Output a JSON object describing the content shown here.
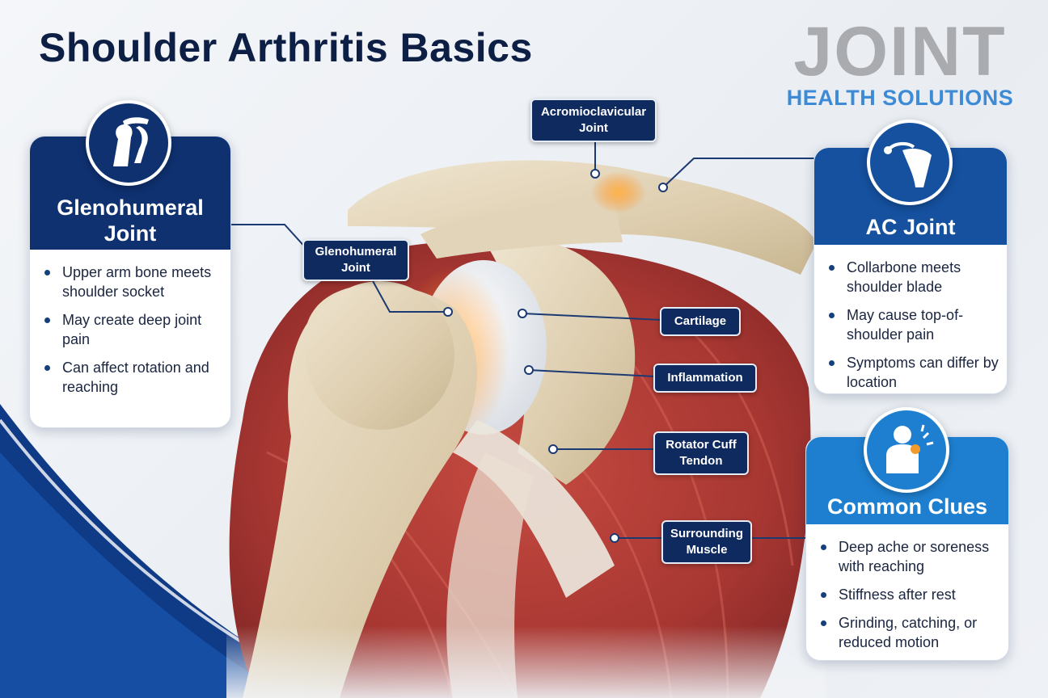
{
  "title": "Shoulder Arthritis Basics",
  "logo": {
    "word": "JOINT",
    "subtitle": "HEALTH SOLUTIONS",
    "color_gray": "#a9abaf",
    "color_blue": "#3d8bd6"
  },
  "colors": {
    "navy": "#0f3170",
    "mid_blue": "#15519f",
    "light_blue": "#1e7fd0",
    "bone": "#e6d9c0",
    "muscle": "#b8403a",
    "inflammation": "#f39a2c"
  },
  "cards": {
    "glenohumeral": {
      "title": "Glenohumeral Joint",
      "icon": "shoulder-joint-icon",
      "items": [
        "Upper arm bone meets shoulder socket",
        "May create deep joint pain",
        "Can affect rotation and reaching"
      ]
    },
    "ac_joint": {
      "title": "AC Joint",
      "icon": "shoulder-blade-icon",
      "items": [
        "Collarbone meets shoulder blade",
        "May cause top-of-shoulder pain",
        "Symptoms can differ by location"
      ]
    },
    "common_clues": {
      "title": "Common Clues",
      "icon": "person-shoulder-pain-icon",
      "items": [
        "Deep ache or soreness with reaching",
        "Stiffness after rest",
        "Grinding, catching, or reduced motion"
      ]
    }
  },
  "callouts": {
    "acromioclavicular": "Acromioclavicular Joint",
    "glenohumeral": "Glenohumeral Joint",
    "cartilage": "Cartilage",
    "inflammation": "Inflammation",
    "rotator_cuff": "Rotator Cuff Tendon",
    "muscle": "Surrounding Muscle"
  }
}
